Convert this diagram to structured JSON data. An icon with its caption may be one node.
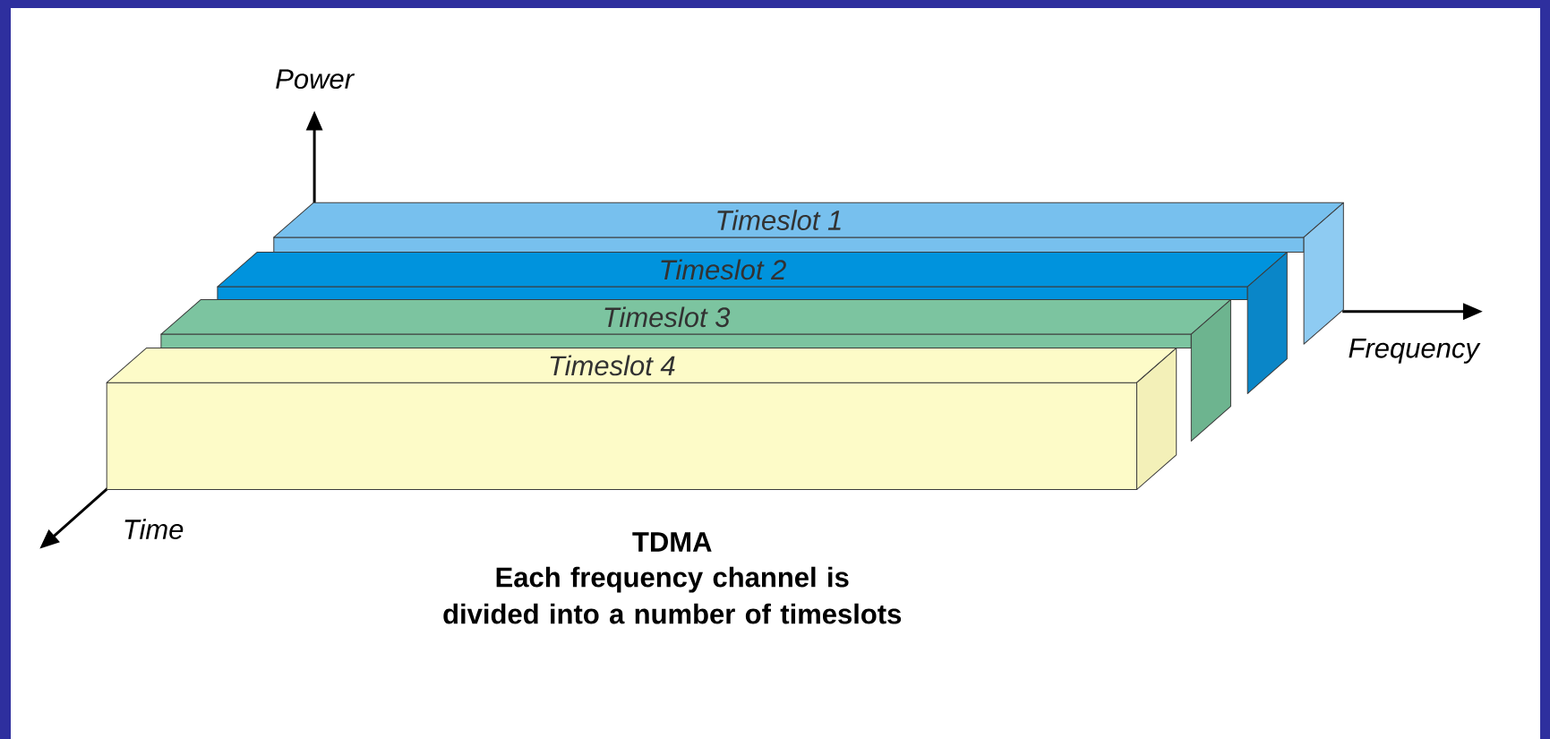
{
  "diagram": {
    "title": "TDMA",
    "caption": "Each frequency channel is divided into a number of timeslots",
    "nodes": [
      {
        "text": [
          "Timeslot 1"
        ]
      },
      {
        "text": [
          "Timeslot 2"
        ]
      },
      {
        "text": [
          "Timeslot 3"
        ]
      },
      {
        "text": [
          "Timeslot 4"
        ]
      }
    ],
    "labels": [
      "Power",
      "Frequency",
      "Time"
    ]
  }
}
